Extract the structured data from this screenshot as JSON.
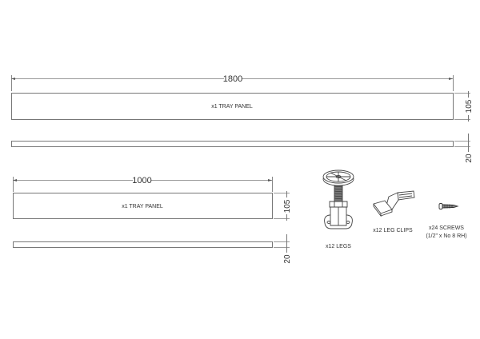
{
  "diagram": {
    "panel_long": {
      "width_dim": "1800",
      "height_dim": "105",
      "thickness_dim": "20",
      "label": "x1 TRAY PANEL"
    },
    "panel_short": {
      "width_dim": "1000",
      "height_dim": "105",
      "thickness_dim": "20",
      "label": "x1 TRAY PANEL"
    },
    "parts": {
      "legs": {
        "label": "x12 LEGS",
        "icon": "adjustable-leg-icon"
      },
      "leg_clips": {
        "label": "x12 LEG CLIPS",
        "icon": "leg-clip-icon"
      },
      "screws": {
        "label_line1": "x24 SCREWS",
        "label_line2": "(1/2\" x No 8 RH)",
        "icon": "screw-icon"
      }
    },
    "colors": {
      "line": "#7a7a7a",
      "text": "#333333",
      "background": "#ffffff"
    }
  }
}
